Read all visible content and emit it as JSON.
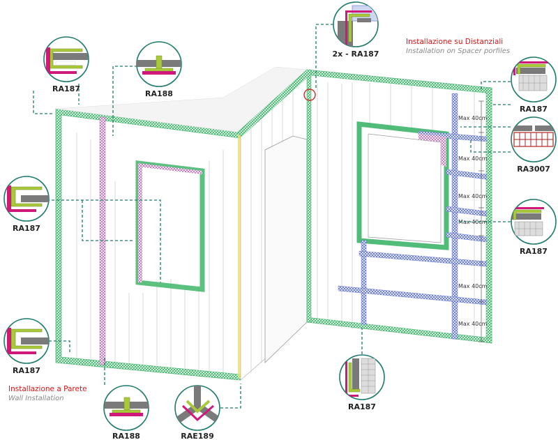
{
  "titles": {
    "spacer_it": "Installazione su Distanziali",
    "spacer_en": "Installation on Spacer porfiles",
    "wall_it": "Installazione a Parete",
    "wall_en": "Wall Installation"
  },
  "callouts": {
    "top_left_ra187": "RA187",
    "top_ra188": "RA188",
    "mid_left_ra187": "RA187",
    "low_left_ra187": "RA187",
    "bottom_ra188": "RA188",
    "bottom_rae189": "RAE189",
    "top_center_2x": "2x - RA187",
    "right_top_ra187": "RA187",
    "right_ra3007": "RA3007",
    "right_mid_ra187": "RA187",
    "bottom_center_ra187": "RA187"
  },
  "dimensions": [
    "Max 40cm",
    "Max 40cm",
    "Max 40cm",
    "Max 40cm",
    "Max 40cm",
    "Max 40cm"
  ],
  "colors": {
    "teal": "#1e7a6a",
    "green_trim": "#3fb56b",
    "pink_trim": "#b86bb0",
    "blue_spacer": "#5b6fd6",
    "yellow_trim": "#f2e15a",
    "magenta": "#d0177a",
    "lime": "#a9c93a",
    "red": "#d11a1a"
  }
}
